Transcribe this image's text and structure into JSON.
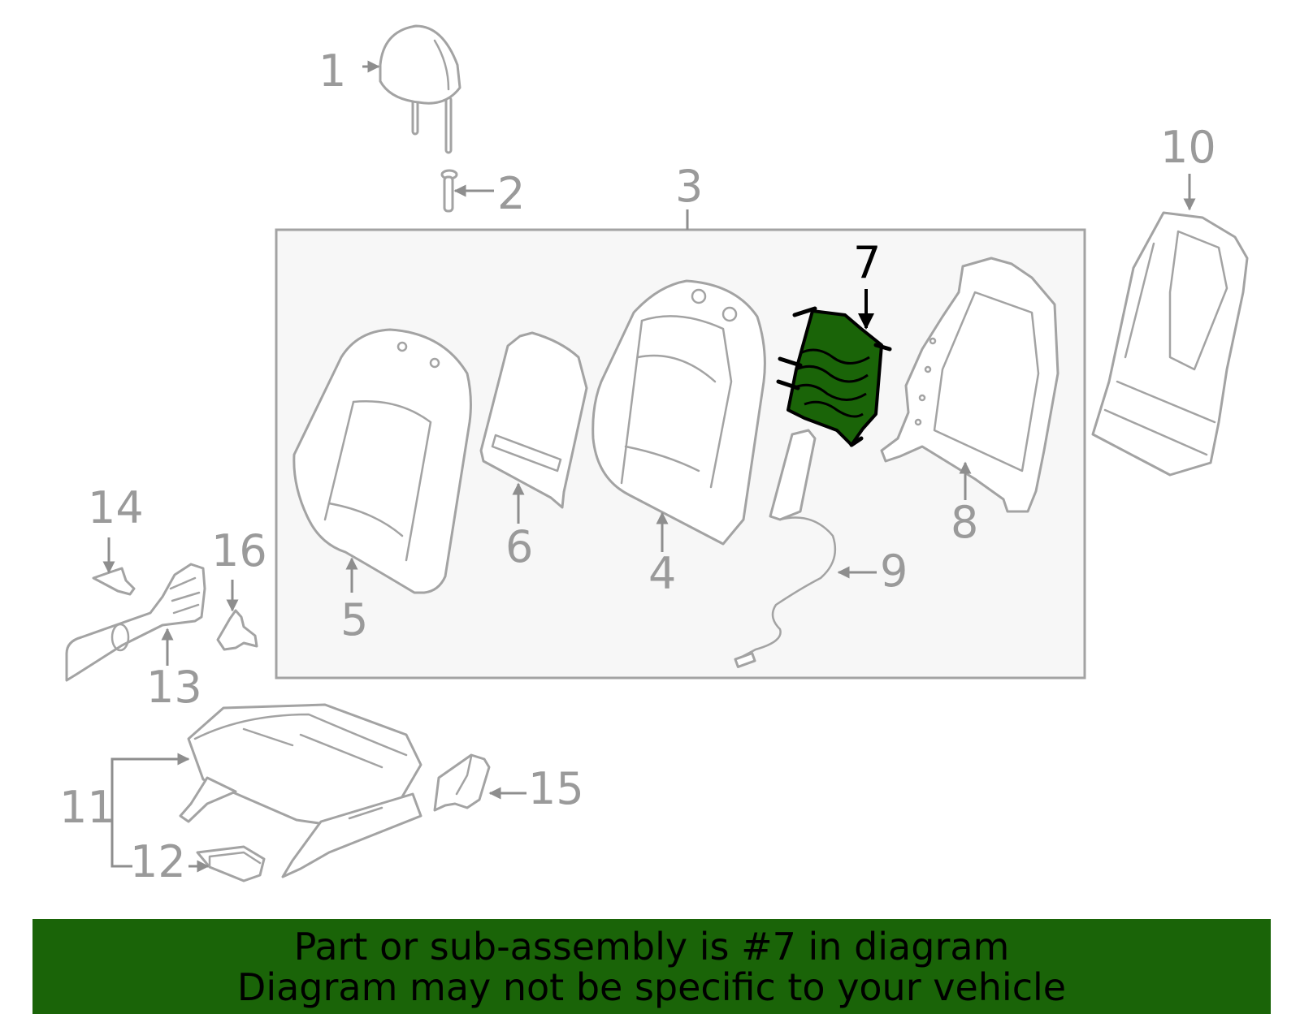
{
  "diagram": {
    "callouts": [
      "1",
      "2",
      "3",
      "4",
      "5",
      "6",
      "7",
      "8",
      "9",
      "10",
      "11",
      "12",
      "13",
      "14",
      "15",
      "16"
    ],
    "highlighted_callout": "7",
    "colors": {
      "highlight": "#1a6408",
      "line": "#a3a3a3",
      "label": "#9a9a9a",
      "group_box": "#f7f7f7"
    }
  },
  "banner": {
    "line1": "Part or sub-assembly is #7 in diagram",
    "line2": "Diagram may not be specific to your vehicle"
  }
}
